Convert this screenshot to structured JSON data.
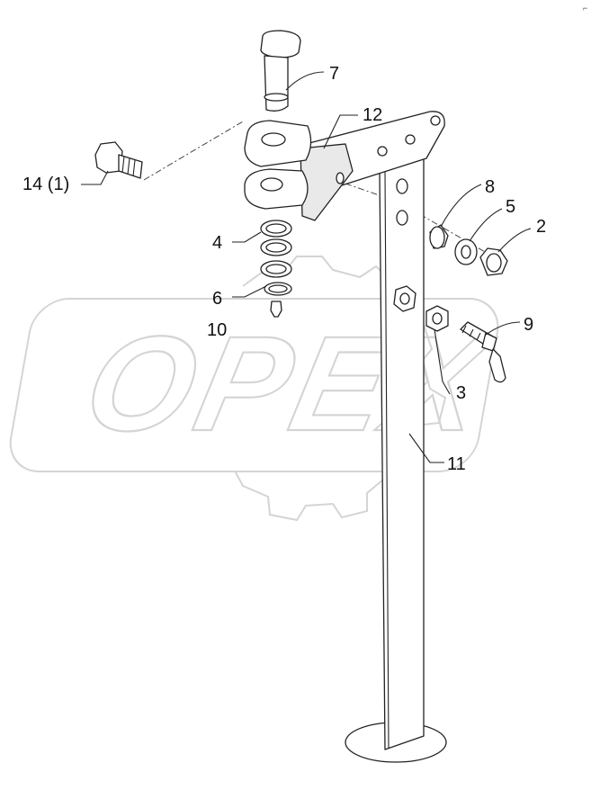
{
  "watermark": {
    "text": "OPEX"
  },
  "corner_mark": "⌐",
  "callouts": [
    {
      "id": "c7",
      "label": "7"
    },
    {
      "id": "c12",
      "label": "12"
    },
    {
      "id": "c14",
      "label": "14 (1)"
    },
    {
      "id": "c8",
      "label": "8"
    },
    {
      "id": "c5",
      "label": "5"
    },
    {
      "id": "c2",
      "label": "2"
    },
    {
      "id": "c4",
      "label": "4"
    },
    {
      "id": "c6",
      "label": "6"
    },
    {
      "id": "c10",
      "label": "10"
    },
    {
      "id": "c9",
      "label": "9"
    },
    {
      "id": "c3",
      "label": "3"
    },
    {
      "id": "c11",
      "label": "11"
    }
  ]
}
